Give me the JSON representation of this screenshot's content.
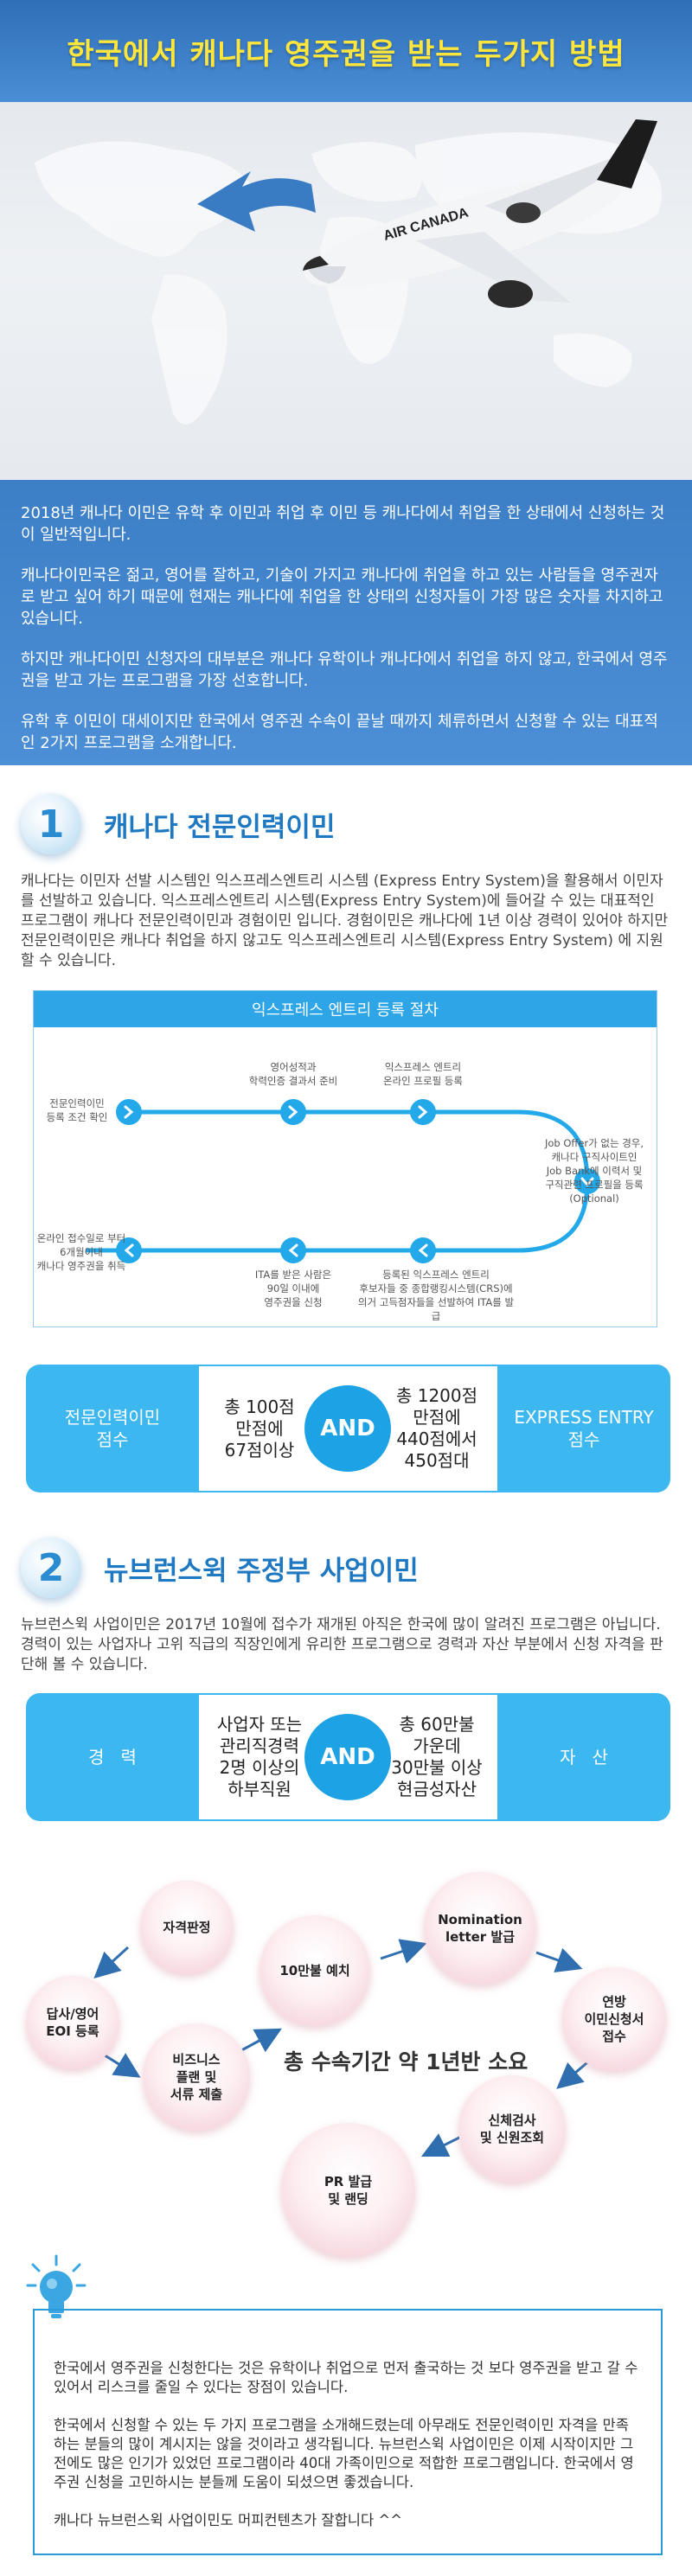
{
  "header": {
    "title": "한국에서 캐나다 영주권을 받는 두가지 방법",
    "plane_label": "AIR CANADA"
  },
  "intro": {
    "p1": "2018년 캐나다 이민은 유학 후 이민과 취업 후 이민 등 캐나다에서 취업을 한 상태에서 신청하는 것이 일반적입니다.",
    "p2": "캐나다이민국은 젊고, 영어를 잘하고, 기술이 가지고 캐나다에 취업을 하고 있는 사람들을 영주권자로 받고 싶어 하기 때문에 현재는 캐나다에 취업을 한 상태의 신청자들이 가장 많은 숫자를 차지하고 있습니다.",
    "p3": "하지만 캐나다이민 신청자의 대부분은 캐나다 유학이나 캐나다에서 취업을 하지 않고, 한국에서 영주권을 받고 가는 프로그램을 가장 선호합니다.",
    "p4": "유학 후 이민이 대세이지만 한국에서 영주권 수속이 끝날 때까지 체류하면서 신청할 수 있는 대표적인 2가지 프로그램을 소개합니다."
  },
  "section1": {
    "number": "1",
    "title": "캐나다 전문인력이민",
    "para": "캐나다는 이민자 선발 시스템인 익스프레스엔트리 시스템 (Express Entry System)을 활용해서 이민자를 선발하고 있습니다. 익스프레스엔트리 시스템(Express Entry System)에 들어갈 수 있는 대표적인 프로그램이 캐나다 전문인력이민과 경험이민 입니다. 경험이민은 캐나다에 1년 이상 경력이 있어야 하지만 전문인력이민은 캐나다 취업을 하지 않고도 익스프레스엔트리 시스템(Express Entry System) 에 지원할 수 있습니다.",
    "diagram": {
      "title": "익스프레스 엔트리 등록 절차",
      "step1": "전문인력이민\n등록 조건 확인",
      "step2": "영어성적과\n학력인증 결과서 준비",
      "step3": "익스프레스 엔트리\n온라인 프로필 등록",
      "step4": "Job Offer가 없는 경우,\n캐나다 구직사이트인\nJob Bank에 이력서 및\n구직관련 프로필을 등록\n(Optional)",
      "step5": "등록된 익스프레스 엔트리\n후보자들 중 종합랭킹시스템(CRS)에\n의거 고득점자들을 선발하여 ITA를 발급",
      "step6": "ITA를 받은 사람은\n90일 이내에\n영주권을 신청",
      "step7": "온라인 접수일로 부터\n6개월이내\n캐나다 영주권을 취득"
    },
    "and_box": {
      "left": "전문인력이민\n점수",
      "mid_left": "총 100점\n만점에\n67점이상",
      "and": "AND",
      "mid_right": "총 1200점\n만점에\n440점에서\n450점대",
      "right": "EXPRESS ENTRY\n점수"
    }
  },
  "section2": {
    "number": "2",
    "title": "뉴브런스윅 주정부 사업이민",
    "para": "뉴브런스윅 사업이민은 2017년 10월에 접수가 재개된 아직은 한국에 많이 알려진 프로그램은 아닙니다. 경력이 있는 사업자나 고위 직급의 직장인에게 유리한 프로그램으로 경력과 자산 부분에서 신청 자격을 판단해 볼 수 있습니다.",
    "and_box": {
      "left": "경   력",
      "mid_left": "사업자 또는\n관리직경력\n2명 이상의\n하부직원",
      "and": "AND",
      "mid_right": "총 60만불\n가운데\n30만불 이상\n현금성자산",
      "right": "자   산"
    },
    "flow": {
      "center_text": "총 수속기간 약 1년반 소요",
      "b1": "자격판정",
      "b2": "답사/영어\nEOI 등록",
      "b3": "비즈니스\n플랜 및\n서류 제출",
      "b4": "10만불 예치",
      "b5": "Nomination\nletter 발급",
      "b6": "연방\n이민신청서\n접수",
      "b7": "신체검사\n및 신원조회",
      "b8": "PR 발급\n및 랜딩"
    }
  },
  "note": {
    "p1": "한국에서 영주권을 신청한다는 것은 유학이나 취업으로 먼저 출국하는 것 보다 영주권을 받고 갈 수 있어서 리스크를 줄일 수 있다는 장점이 있습니다.",
    "p2": "한국에서 신청할 수 있는 두 가지 프로그램을 소개해드렸는데 아무래도 전문인력이민 자격을 만족하는 분들의 많이 계시지는 않을 것이라고 생각됩니다. 뉴브런스윅 사업이민은 이제 시작이지만 그전에도 많은 인기가 있었던 프로그램이라 40대 가족이민으로 적합한 프로그램입니다. 한국에서 영주권 신청을 고민하시는 분들께 도움이 되셨으면 좋겠습니다.",
    "p3": "캐나다 뉴브런스윅 사업이민도 머피컨텐츠가 잘합니다 ^^"
  },
  "colors": {
    "brand_blue": "#3d7fc6",
    "title_yellow": "#ffe63c",
    "accent_cyan": "#3db7ef",
    "bubble_pink": "#f2c9d2"
  }
}
